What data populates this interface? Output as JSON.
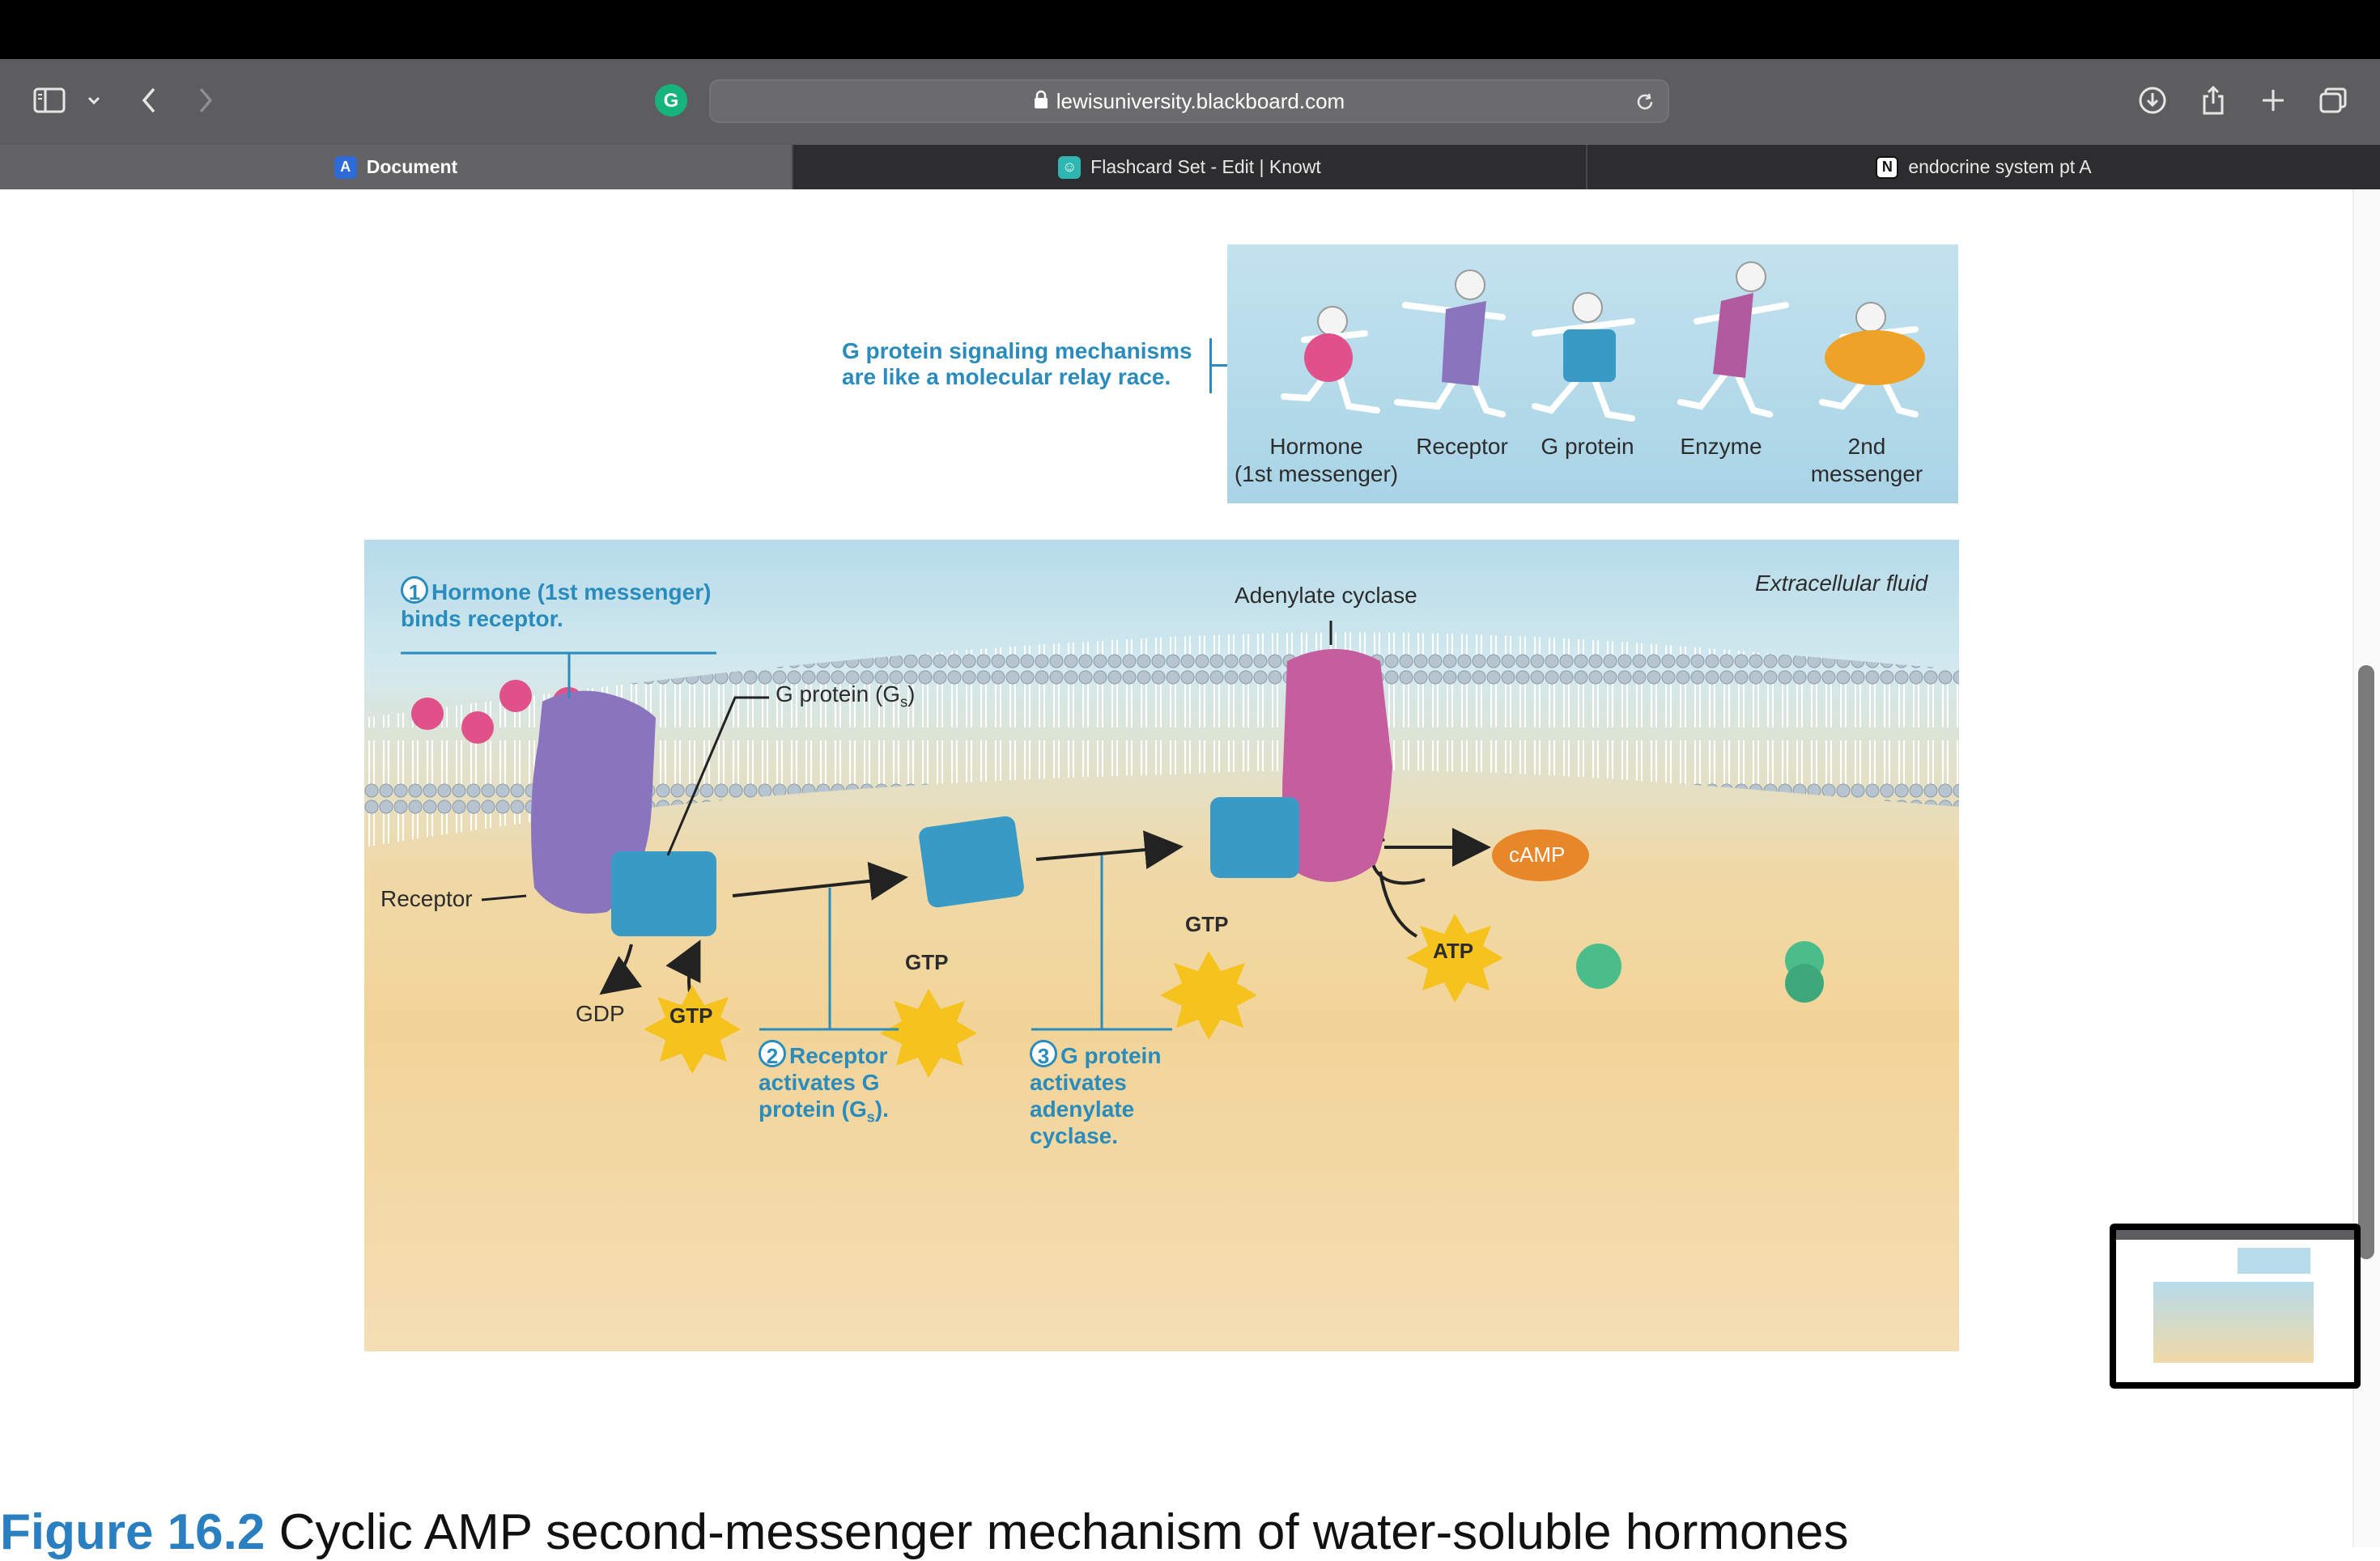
{
  "browser": {
    "url": "lewisuniversity.blackboard.com",
    "tabs": [
      {
        "label": "Document",
        "active": true,
        "favicon": "document-favicon"
      },
      {
        "label": "Flashcard Set - Edit | Knowt",
        "active": false,
        "favicon": "knowt-favicon"
      },
      {
        "label": "endocrine system pt A",
        "active": false,
        "favicon": "notion-favicon"
      }
    ],
    "icons": [
      "sidebar-icon",
      "chevron-down-icon",
      "back-icon",
      "forward-icon",
      "grammarly-icon",
      "lock-icon",
      "reload-icon",
      "download-icon",
      "share-icon",
      "new-tab-icon",
      "tab-overview-icon"
    ]
  },
  "relay": {
    "caption_line1": "G protein signaling mechanisms",
    "caption_line2": "are like a molecular relay race.",
    "runners": [
      {
        "line1": "Hormone",
        "line2": "(1st messenger)",
        "color": "#e0518a"
      },
      {
        "line1": "Receptor",
        "line2": "",
        "color": "#8a74be"
      },
      {
        "line1": "G protein",
        "line2": "",
        "color": "#3a9ac6"
      },
      {
        "line1": "Enzyme",
        "line2": "",
        "color": "#b25a9f"
      },
      {
        "line1": "2nd",
        "line2": "messenger",
        "color": "#eea227"
      }
    ]
  },
  "diagram": {
    "extracellular": "Extracellular fluid",
    "step1": {
      "num": "1",
      "line1": "Hormone (1st messenger)",
      "line2": "binds receptor."
    },
    "step2": {
      "num": "2",
      "line1": "Receptor",
      "line2": "activates G",
      "line3": "protein (G",
      "sub": "s",
      "tail": ")."
    },
    "step3": {
      "num": "3",
      "line1": "G protein",
      "line2": "activates",
      "line3": "adenylate",
      "line4": "cyclase."
    },
    "gprotein_label": "G protein (G",
    "gprotein_sub": "s",
    "gprotein_tail": ")",
    "adenylate_label": "Adenylate cyclase",
    "receptor_label": "Receptor",
    "gdp_label": "GDP",
    "gtp_label": "GTP",
    "atp_label": "ATP",
    "camp_label": "cAMP"
  },
  "figure": {
    "number": "Figure 16.2",
    "title": "Cyclic AMP second-messenger mechanism of water-soluble hormones"
  },
  "colors": {
    "accent_blue": "#2a8bbd",
    "hormone_pink": "#e0518a",
    "receptor_purple": "#8a74be",
    "gprotein_blue": "#3a9ac6",
    "enzyme_magenta": "#b25a9f",
    "camp_orange": "#e8862a",
    "gtp_yellow": "#f6c21e"
  }
}
